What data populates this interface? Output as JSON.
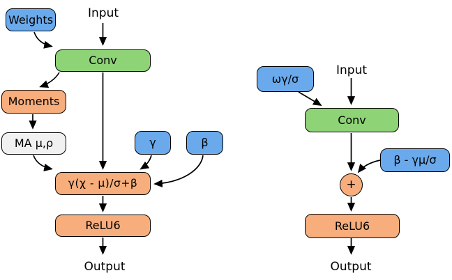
{
  "left_graph": {
    "input_label": "Input",
    "weights": "Weights",
    "conv": "Conv",
    "moments": "Moments",
    "moving_average": "MA μ,ρ",
    "gamma": "γ",
    "beta": "β",
    "bn_formula": "γ(χ - μ)/σ+β",
    "relu6": "ReLU6",
    "output_label": "Output"
  },
  "right_graph": {
    "input_label": "Input",
    "folded_weights": "ωγ/σ",
    "conv": "Conv",
    "folded_bias": "β - γμ/σ",
    "add_op": "+",
    "relu6": "ReLU6",
    "output_label": "Output"
  },
  "colors": {
    "parameter_blue": "#6aaaec",
    "conv_green": "#8fd377",
    "op_orange": "#f7ae7c",
    "moving_avg_gray": "#f1f1f1",
    "stroke_black": "#000000",
    "background": "#ffffff"
  }
}
